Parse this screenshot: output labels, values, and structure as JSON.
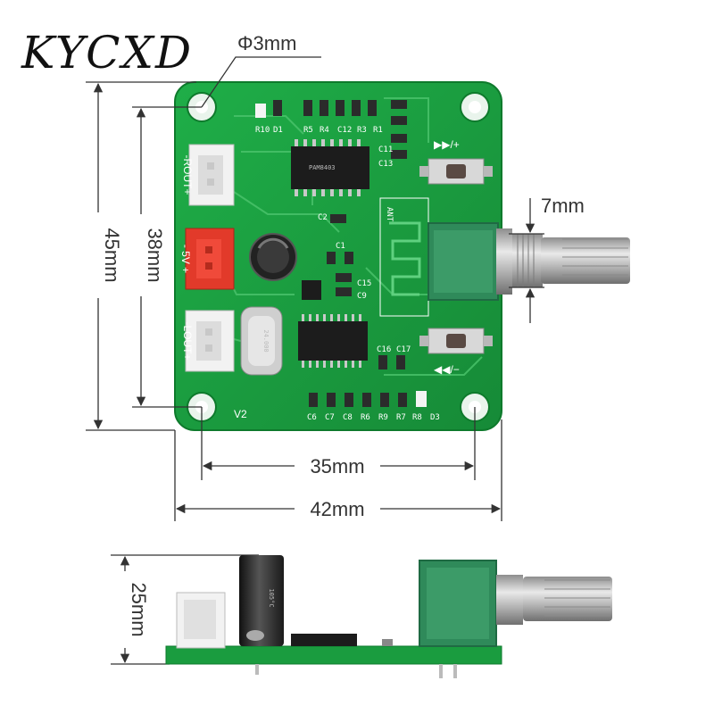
{
  "brand": {
    "logo_text": "KYCXD"
  },
  "dimensions": {
    "hole_diameter": "Φ3mm",
    "shaft_width": "7mm",
    "board_height": "45mm",
    "hole_spacing_vertical": "38mm",
    "hole_spacing_horizontal": "35mm",
    "board_width": "42mm",
    "profile_height": "25mm"
  },
  "silkscreen": {
    "right_out": "-ROUT+",
    "power": "- 5V +",
    "left_out": "-LOUT+",
    "version": "V2",
    "top_labels": [
      "R10",
      "D1",
      "R5",
      "R4",
      "C12",
      "R3",
      "R1"
    ],
    "bottom_labels": [
      "C6",
      "C7",
      "C8",
      "R6",
      "R9",
      "R7",
      "R8",
      "D3"
    ],
    "misc_labels": [
      "C13",
      "C11",
      "C2",
      "C1",
      "C16",
      "C17",
      "C15",
      "C9"
    ],
    "antenna": "ANT",
    "button_top": "▶▶/+",
    "button_bottom": "◀◀/−"
  },
  "components": {
    "chip_top_text": "PAM8403",
    "crystal_text": "24.000",
    "capacitor_text": "105°C"
  },
  "colors": {
    "pcb": "#1a9c3f",
    "pcb_edge": "#0e7a2c",
    "connector_white": "#f2f2f2",
    "connector_red": "#e23a2a",
    "pot_body": "#2f8a5a",
    "metal": "#b9b9b9",
    "dim_line": "#333333"
  }
}
